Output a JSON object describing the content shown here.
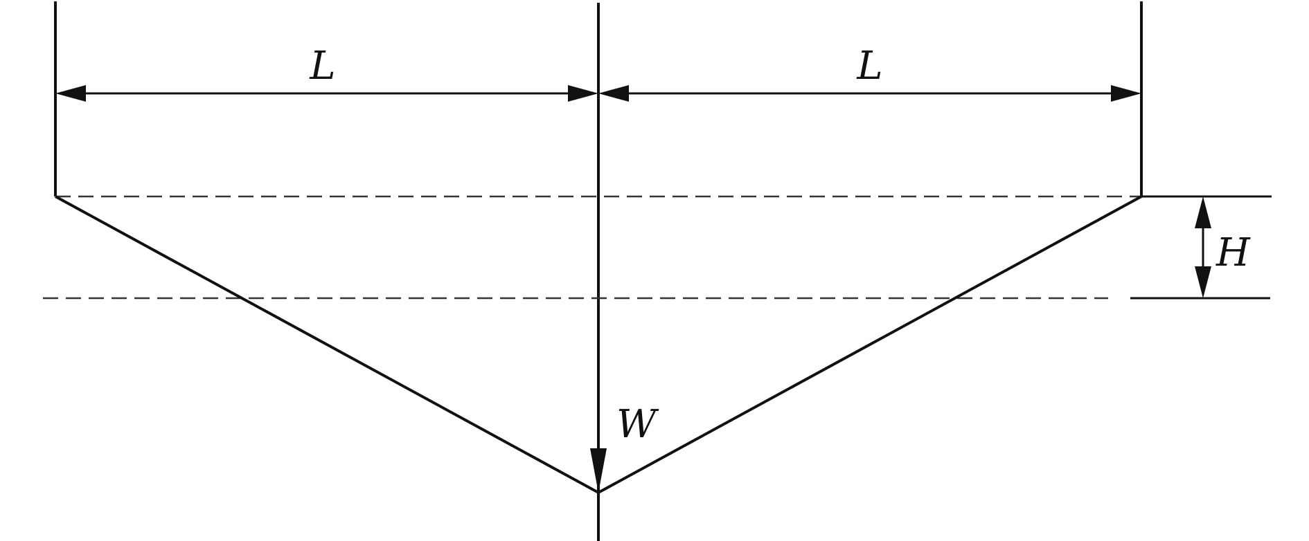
{
  "diagram": {
    "labels": {
      "span_left": "L",
      "span_right": "L",
      "sag_height": "H",
      "load": "W"
    },
    "colors": {
      "stroke": "#111111",
      "dash": "#333333",
      "background": "#ffffff"
    }
  }
}
